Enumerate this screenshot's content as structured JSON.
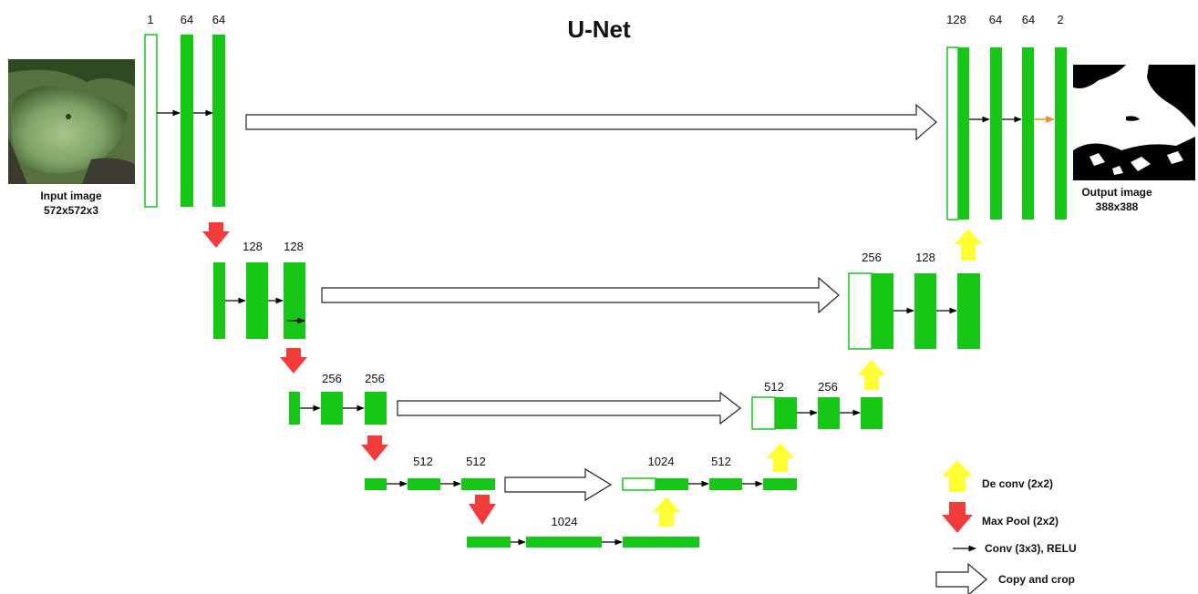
{
  "title": "U-Net",
  "input_image": {
    "caption_line1": "Input image",
    "caption_line2": "572x572x3"
  },
  "output_image": {
    "caption_line1": "Output image",
    "caption_line2": "388x388"
  },
  "channel_labels": {
    "l1_in": "1",
    "l1_a": "64",
    "l1_b": "64",
    "l2_a": "128",
    "l2_b": "128",
    "l3_a": "256",
    "l3_b": "256",
    "l4_a": "512",
    "l4_b": "512",
    "bottom": "1024",
    "u4_a": "1024",
    "u4_b": "512",
    "u3_a": "512",
    "u3_b": "256",
    "u2_a": "256",
    "u2_b": "128",
    "u1_a": "128",
    "u1_b": "64",
    "u1_c": "64",
    "u1_d": "2"
  },
  "legend": {
    "deconv": "De conv (2x2)",
    "maxpool": "Max Pool (2x2)",
    "conv": "Conv (3x3), RELU",
    "copy": "Copy and crop"
  },
  "colors": {
    "feature_map": "#16c716",
    "maxpool_arrow": "#f23c3c",
    "deconv_arrow": "#ffff33",
    "conv_arrow": "#000000",
    "final_conv_arrow": "#f28c1e",
    "copy_arrow_outline": "#222222"
  }
}
